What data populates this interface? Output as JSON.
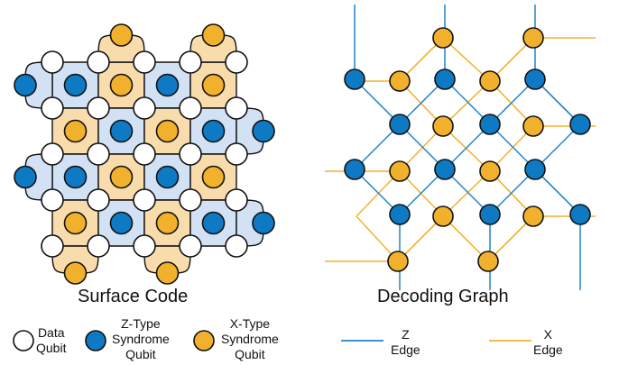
{
  "colors": {
    "z_fill": "#0f7ac4",
    "x_fill": "#f1b12c",
    "z_plaquette": "#d3e1f4",
    "x_plaquette": "#f8dcac",
    "z_edge": "#1f84c9",
    "x_edge": "#f2b22e",
    "outline": "#111111",
    "data_fill": "#ffffff"
  },
  "captions": {
    "surface_code": "Surface Code",
    "decoding_graph": "Decoding Graph"
  },
  "legend": {
    "data_line1": "Data",
    "data_line2": "Qubit",
    "z_line1": "Z-Type",
    "z_line2": "Syndrome",
    "z_line3": "Qubit",
    "x_line1": "X-Type",
    "x_line2": "Syndrome",
    "x_line3": "Qubit",
    "z_edge_line1": "Z",
    "z_edge_line2": "Edge",
    "x_edge_line1": "X",
    "x_edge_line2": "Edge"
  }
}
